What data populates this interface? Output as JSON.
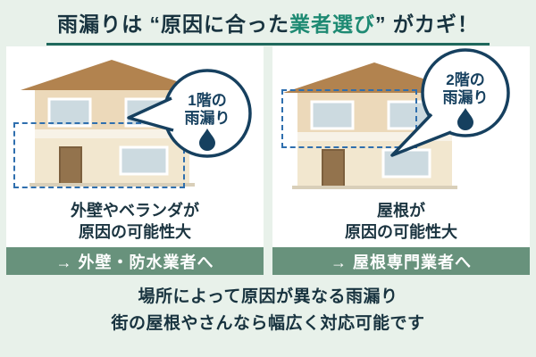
{
  "title": {
    "pre": "雨漏りは “原因に合った",
    "highlight": "業者選び",
    "post": "” がカギ！"
  },
  "panels": {
    "left": {
      "bubble_line1": "1階の",
      "bubble_line2": "雨漏り",
      "caption1": "外壁やベランダが",
      "caption2": "原因の可能性大",
      "banner": "→ 外壁・防水業者へ"
    },
    "right": {
      "bubble_line1": "2階の",
      "bubble_line2": "雨漏り",
      "caption1": "屋根が",
      "caption2": "原因の可能性大",
      "banner": "→ 屋根専門業者へ"
    }
  },
  "footer": {
    "line1": "場所によって原因が異なる雨漏り",
    "line2": "街の屋根やさんなら幅広く対応可能です"
  },
  "colors": {
    "background": "#e8f1ea",
    "text_navy": "#18333f",
    "accent_teal": "#1e8a73",
    "underline_teal": "#20685c",
    "banner_green": "#68927c",
    "bubble_navy": "#16405f",
    "dashed_blue": "#2f6fae",
    "roof_brown": "#b2834f",
    "wall_beige": "#ecd9ba"
  }
}
